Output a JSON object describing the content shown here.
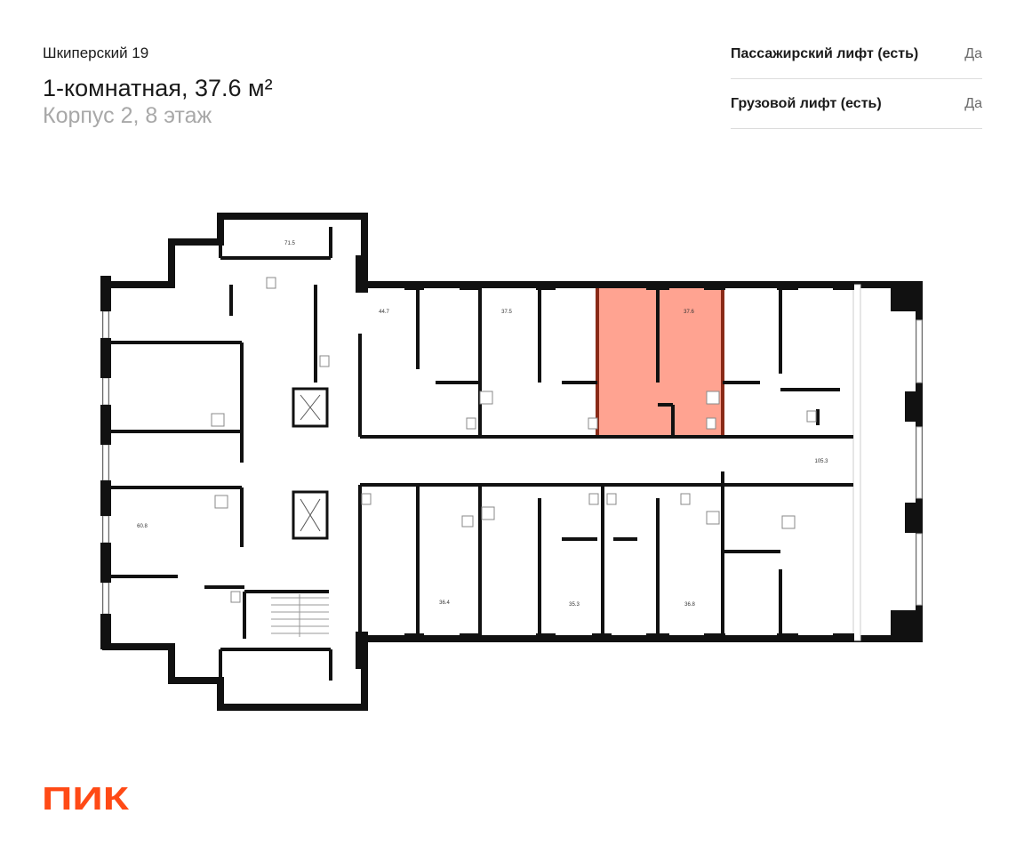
{
  "header": {
    "project": "Шкиперский 19",
    "title": "1-комнатная, 37.6 м²",
    "subtitle": "Корпус 2, 8 этаж"
  },
  "features": [
    {
      "name": "Пассажирский лифт (есть)",
      "value": "Да"
    },
    {
      "name": "Грузовой лифт (есть)",
      "value": "Да"
    }
  ],
  "floor_plan": {
    "highlight_color": "#ff6a4d",
    "apartments": [
      {
        "area": "71.5"
      },
      {
        "area": "44.7"
      },
      {
        "area": "37.5"
      },
      {
        "area": "37.6",
        "selected": true
      },
      {
        "area": "105.3"
      },
      {
        "area": "60.8"
      },
      {
        "area": "36.4"
      },
      {
        "area": "35.3"
      },
      {
        "area": "36.8"
      }
    ]
  },
  "brand": {
    "logo_text": "ПИК",
    "color": "#ff4a16"
  }
}
